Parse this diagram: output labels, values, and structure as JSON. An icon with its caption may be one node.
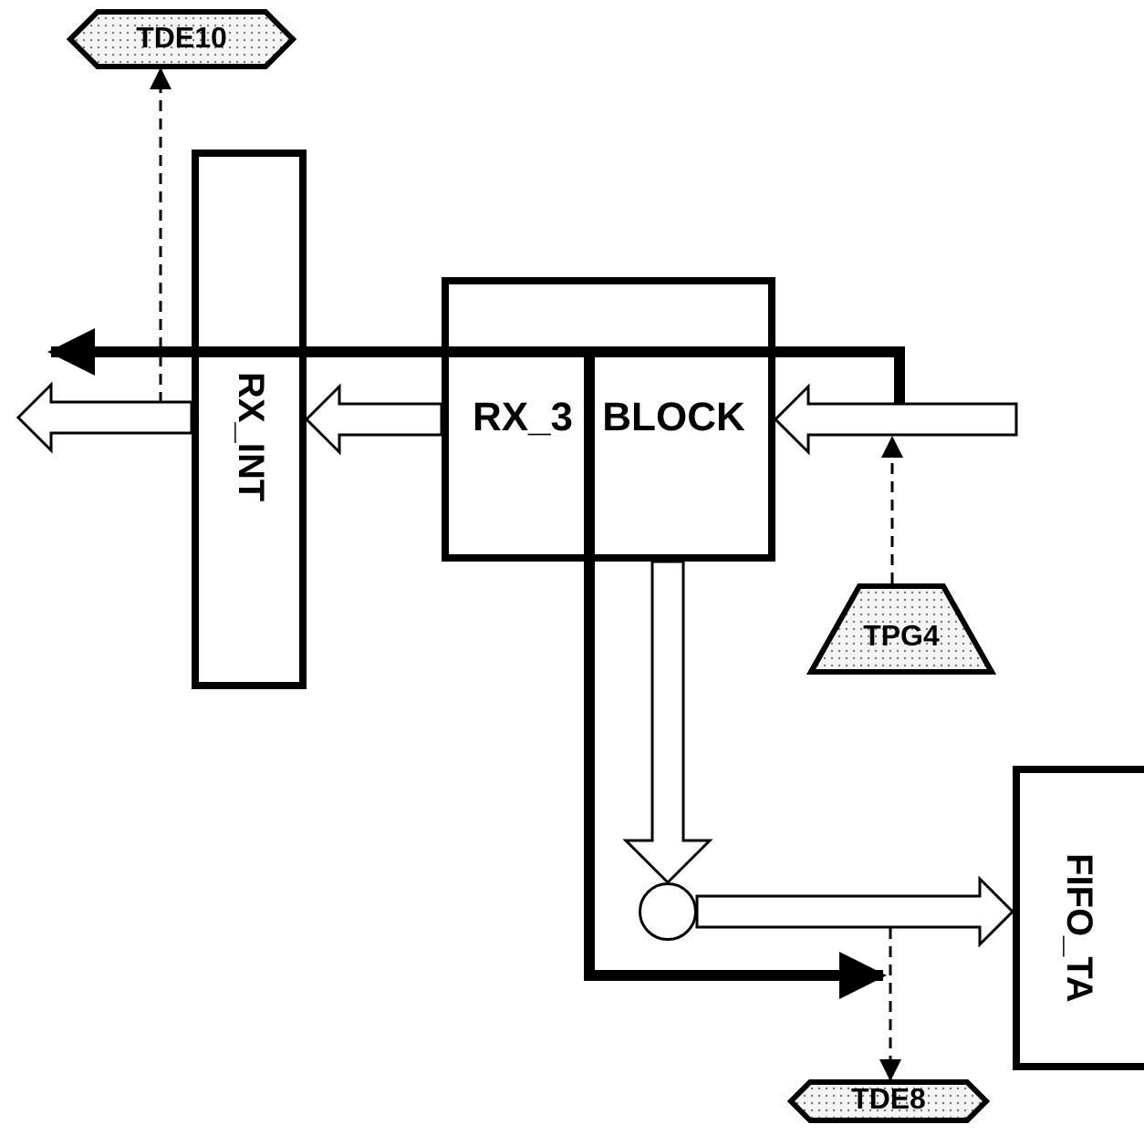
{
  "diagram": {
    "nodes": [
      {
        "text": [
          "TDE10"
        ]
      },
      {
        "text": [
          "RX_INT"
        ]
      },
      {
        "text": [
          "RX_3 BLOCK"
        ]
      },
      {
        "text": [
          "TPG4"
        ]
      },
      {
        "text": [],
        "shape": "circle"
      },
      {
        "text": [
          "FIFO_TA"
        ]
      },
      {
        "text": [
          "TDE8"
        ]
      }
    ],
    "edges": [
      {
        "from": null,
        "to": 2,
        "arrow": "to"
      },
      {
        "from": 2,
        "to": 1,
        "arrow": "to"
      },
      {
        "from": 1,
        "to": null,
        "arrow": "to"
      },
      {
        "from": 2,
        "to": 4,
        "arrow": "to"
      },
      {
        "from": 4,
        "to": 5,
        "arrow": "to"
      },
      {
        "from": null,
        "to": 0,
        "arrow": "to",
        "style": "dashed"
      },
      {
        "from": 3,
        "to": null,
        "arrow": "to",
        "style": "dashed"
      },
      {
        "from": null,
        "to": 6,
        "arrow": "to",
        "style": "dashed"
      }
    ]
  }
}
